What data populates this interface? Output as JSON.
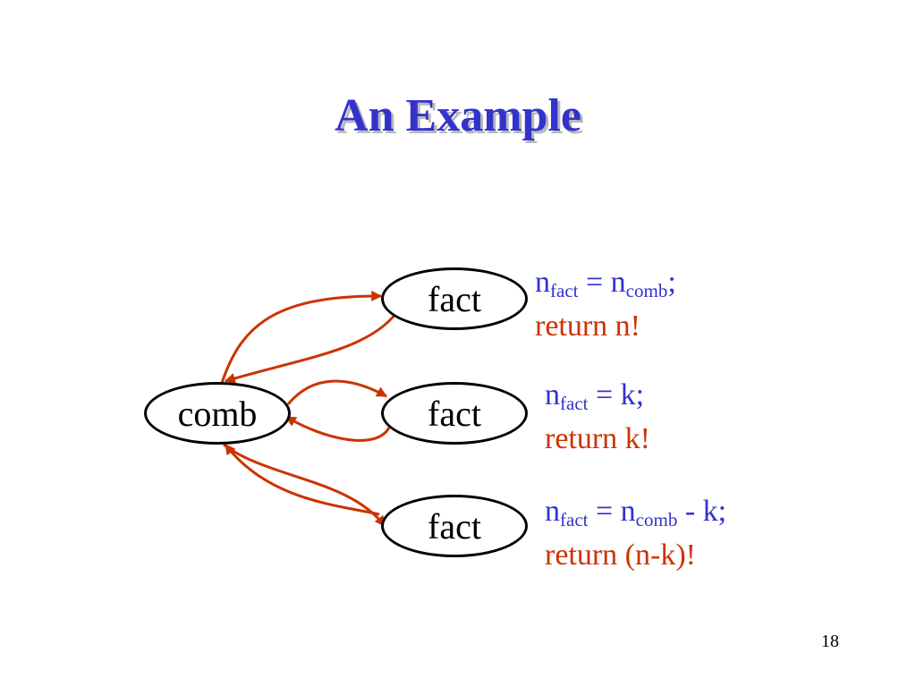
{
  "slide": {
    "title": "An Example",
    "page_number": "18"
  },
  "nodes": {
    "comb": "comb",
    "fact_top": "fact",
    "fact_middle": "fact",
    "fact_bottom": "fact"
  },
  "annotations": {
    "top": {
      "n": "n",
      "sub_fact": "fact",
      "eq": " = n",
      "sub_comb": "comb",
      "tail": ";",
      "return": "return n!"
    },
    "middle": {
      "n": "n",
      "sub_fact": "fact",
      "eq": " = k;",
      "return": "return k!"
    },
    "bottom": {
      "n": "n",
      "sub_fact": "fact",
      "eq": " = n",
      "sub_comb": "comb",
      "tail": " - k;",
      "return": "return (n-k)!"
    }
  },
  "colors": {
    "title": "#3333cc",
    "arrow": "#cc3300",
    "assignment_text": "#3333cc",
    "return_text": "#cc3300"
  }
}
